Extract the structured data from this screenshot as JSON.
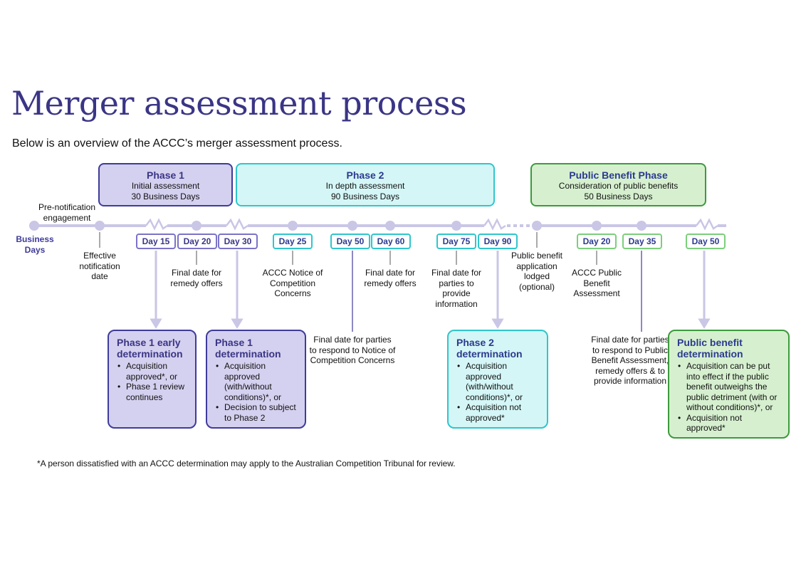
{
  "title": "Merger assessment process",
  "subtitle": "Below is an overview of the ACCC’s merger assessment process.",
  "timeline_label": "Business Days",
  "phases": [
    {
      "title": "Phase 1",
      "line1": "Initial assessment",
      "line2": "30 Business Days",
      "color": "#d4d0ef"
    },
    {
      "title": "Phase 2",
      "line1": "In depth assessment",
      "line2": "90 Business Days",
      "color": "#d4f6f6"
    },
    {
      "title": "Public Benefit Phase",
      "line1": "Consideration of public benefits",
      "line2": "50 Business Days",
      "color": "#d6f0cf"
    }
  ],
  "days": [
    {
      "label": "Day 15"
    },
    {
      "label": "Day 20"
    },
    {
      "label": "Day 30"
    },
    {
      "label": "Day 25"
    },
    {
      "label": "Day 50"
    },
    {
      "label": "Day 60"
    },
    {
      "label": "Day 75"
    },
    {
      "label": "Day 90"
    },
    {
      "label": "Day 20"
    },
    {
      "label": "Day 35"
    },
    {
      "label": "Day 50"
    }
  ],
  "notes": {
    "pre_notification": "Pre-notification engagement",
    "effective": "Effective notification date",
    "p1_final_remedy": "Final date for remedy offers",
    "notice": "ACCC Notice of Competition Concerns",
    "p2_final_remedy": "Final date for remedy offers",
    "provide_info": "Final date for parties to provide information",
    "public_app": "Public benefit application lodged (optional)",
    "pb_assessment": "ACCC Public Benefit Assessment",
    "respond_notice": "Final date for parties to respond to Notice of Competition Concerns",
    "respond_pb": "Final date for parties to respond to Public Benefit Assessment, remedy offers & to provide information"
  },
  "determinations": [
    {
      "title": "Phase 1 early determination",
      "bullets": [
        "Acquisition approved*, or",
        "Phase 1 review continues"
      ]
    },
    {
      "title": "Phase 1 determination",
      "bullets": [
        "Acquisition approved (with/without conditions)*, or",
        "Decision to subject to Phase 2"
      ]
    },
    {
      "title": "Phase 2 determination",
      "bullets": [
        "Acquisition approved (with/without conditions)*, or",
        "Acquisition not approved*"
      ]
    },
    {
      "title": "Public benefit determination",
      "bullets": [
        "Acquisition can be put into effect if the public benefit outweighs the public detriment (with or without conditions)*, or",
        "Acquisition not approved*"
      ]
    }
  ],
  "footnote": "*A person dissatisfied with an ACCC determination may apply to the Australian Competition Tribunal for review.",
  "colors": {
    "purple_dark": "#3a3585",
    "purple_border": "#3f3b9a",
    "teal_border": "#2fc6cc",
    "green_border": "#3d9a3d",
    "timeline": "#c9c6e6"
  }
}
